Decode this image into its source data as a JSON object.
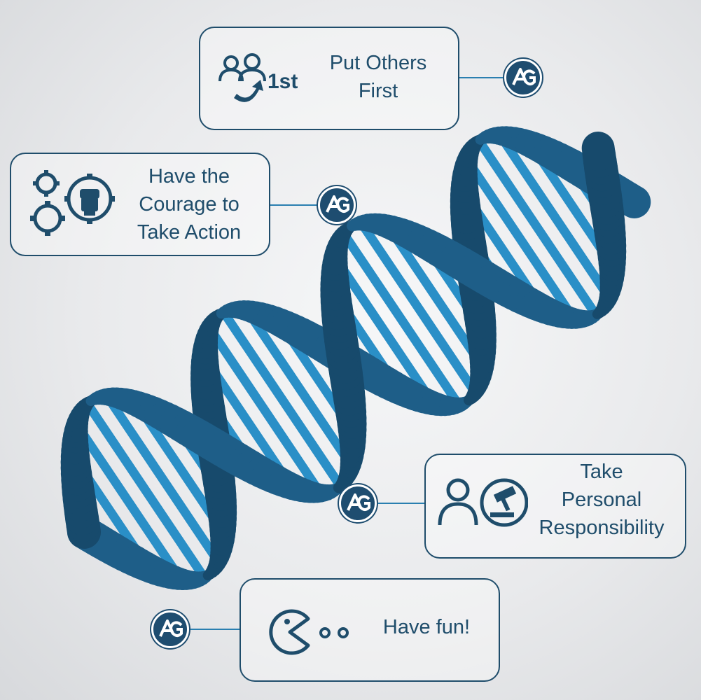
{
  "colors": {
    "strand": "#1e5e88",
    "strand_dark": "#174a6c",
    "rung": "#2a8fc7",
    "outline": "#1f4d6b"
  },
  "cards": [
    {
      "id": "put-others-first",
      "lines": [
        "Put Others",
        "First"
      ],
      "icon_text": "1st",
      "icons": [
        "people-icon",
        "up-arrow-icon"
      ]
    },
    {
      "id": "courage",
      "lines": [
        "Have the",
        "Courage to",
        "Take Action"
      ],
      "icons": [
        "gears-icon",
        "fist-icon"
      ]
    },
    {
      "id": "responsibility",
      "lines": [
        "Take",
        "Personal",
        "Responsibility"
      ],
      "icons": [
        "person-icon",
        "gavel-icon"
      ]
    },
    {
      "id": "have-fun",
      "lines": [
        "Have fun!"
      ],
      "icons": [
        "pacman-icon"
      ]
    }
  ],
  "badge_icon": "ag-logo-icon"
}
